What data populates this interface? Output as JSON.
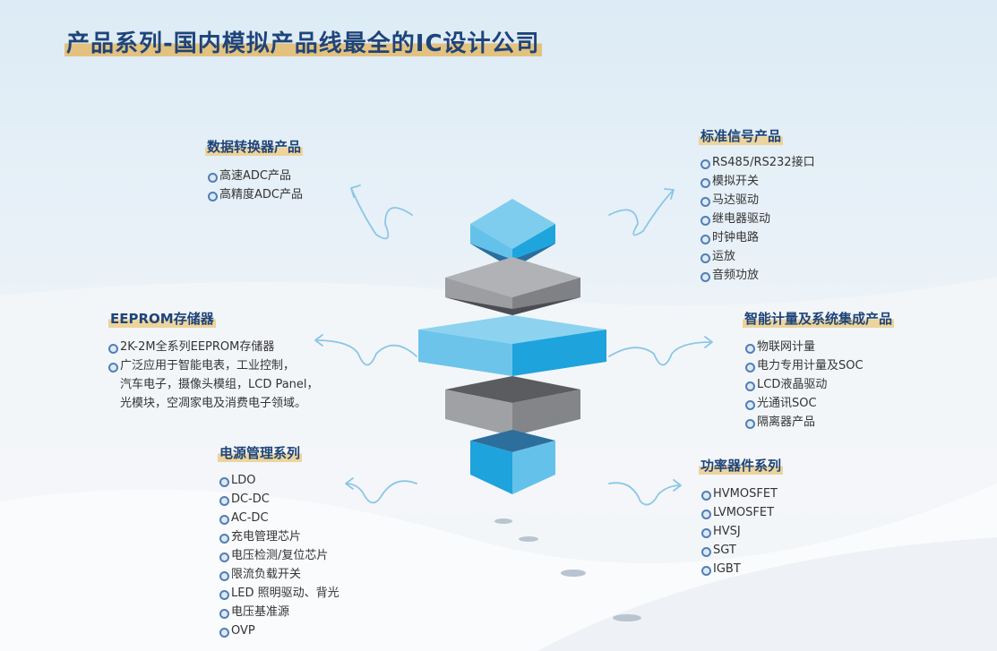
{
  "title": "产品系列-国内模拟产品线最全的IC设计公司",
  "colors": {
    "heading": "#1f4479",
    "highlight": "#e3c27f",
    "cube_blue": "#27a8df",
    "cube_gray": "#8a8c90",
    "arrow": "#8cc6e8"
  },
  "groups": {
    "data_converter": {
      "title": "数据转换器产品",
      "items": [
        "高速ADC产品",
        "高精度ADC产品"
      ]
    },
    "standard_signal": {
      "title": "标准信号产品",
      "items": [
        "RS485/RS232接口",
        "模拟开关",
        "马达驱动",
        "继电器驱动",
        "时钟电路",
        "运放",
        "音频功放"
      ]
    },
    "eeprom": {
      "title": "EEPROM存储器",
      "items": [
        "2K-2M全系列EEPROM存储器",
        "广泛应用于智能电表，工业控制，"
      ],
      "continuation": [
        "汽车电子，摄像头模组，LCD Panel，",
        "光模块，空凋家电及消费电子领域。"
      ]
    },
    "smart_metering": {
      "title": "智能计量及系统集成产品",
      "items": [
        "物联网计量",
        "电力专用计量及SOC",
        "LCD液晶驱动",
        "光通讯SOC",
        "隔离器产品"
      ]
    },
    "power_management": {
      "title": "电源管理系列",
      "items": [
        "LDO",
        "DC-DC",
        "AC-DC",
        "充电管理芯片",
        "电压检测/复位芯片",
        "限流负载开关",
        "LED 照明驱动、背光",
        "电压基准源",
        "OVP"
      ]
    },
    "power_device": {
      "title": "功率器件系列",
      "items": [
        "HVMOSFET",
        "LVMOSFET",
        "HVSJ",
        "SGT",
        "IGBT"
      ]
    }
  }
}
